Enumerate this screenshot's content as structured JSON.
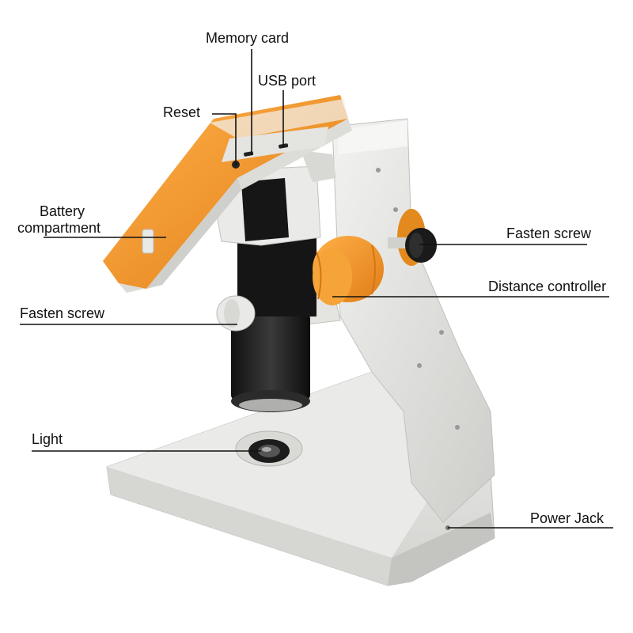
{
  "labels": {
    "memory_card": "Memory card",
    "usb_port": "USB port",
    "reset": "Reset",
    "battery_line1": "Battery",
    "battery_line2": "compartment",
    "fasten_screw_right": "Fasten screw",
    "distance_controller": "Distance controller",
    "fasten_screw_left": "Fasten screw",
    "light": "Light",
    "power_jack": "Power Jack"
  },
  "colors": {
    "body": "#e6e6e4",
    "body_shade": "#cfcfcc",
    "accent": "#f39a2b",
    "accent_dark": "#d9791a",
    "lens": "#1c1c1c",
    "line": "#111111"
  }
}
